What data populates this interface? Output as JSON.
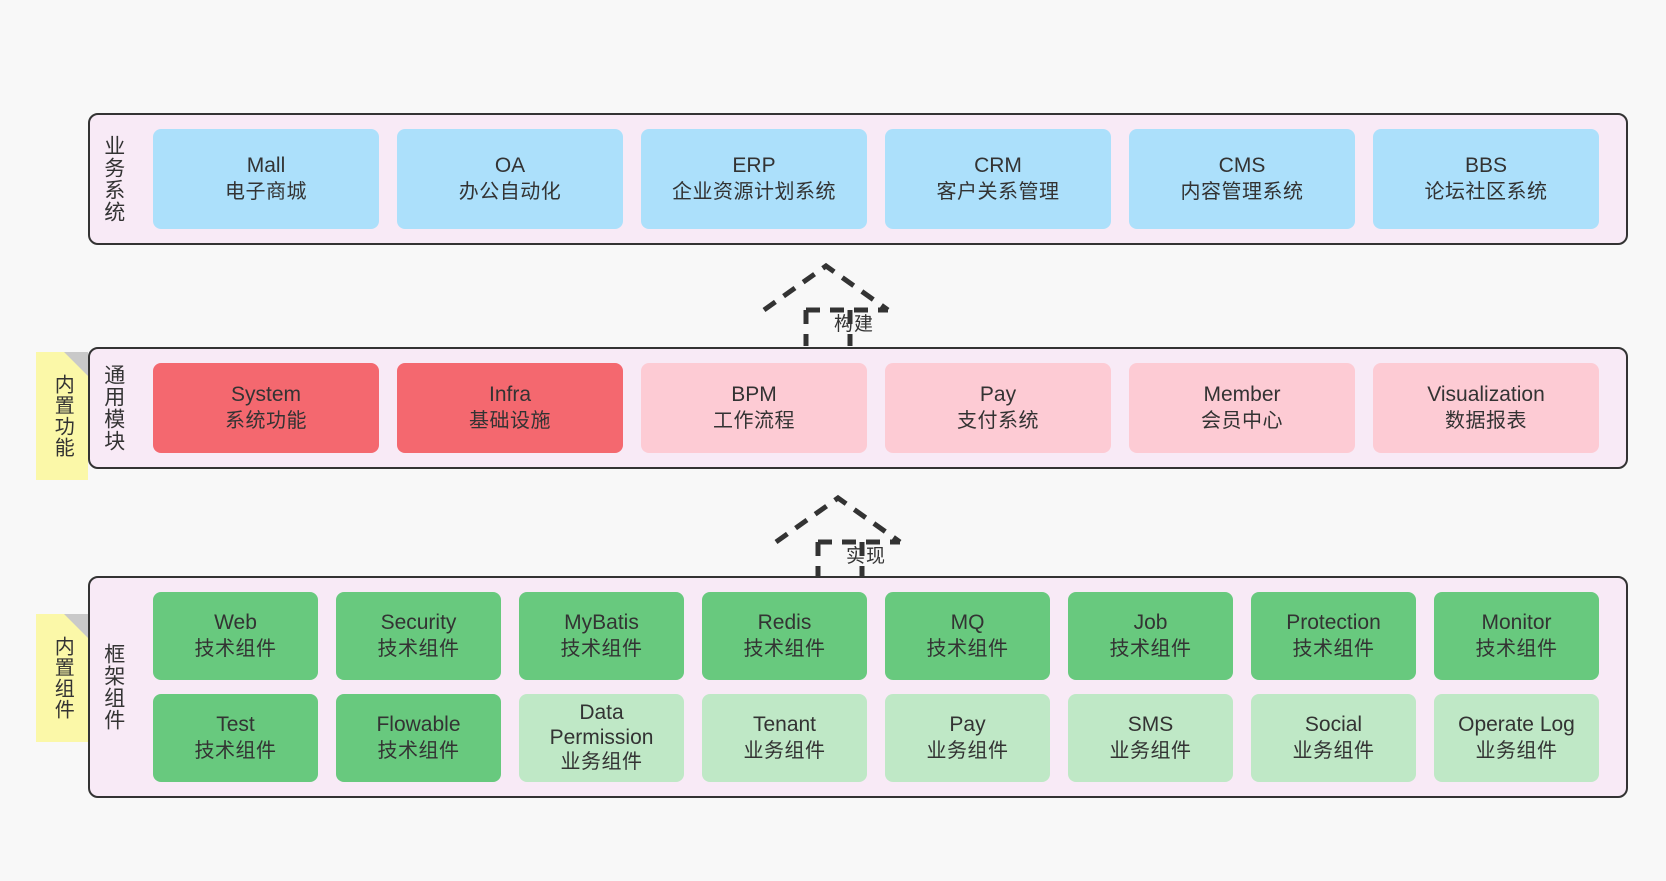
{
  "canvas": {
    "background": "#f8f8f8",
    "panel_background": "#f8eaf6",
    "border_color": "#333333",
    "sticky_color": "#fbf8a8"
  },
  "layers": [
    {
      "id": "business-system",
      "title": "业务系统",
      "cards": [
        {
          "name": "Mall",
          "sub": "电子商城",
          "color": "#ace0fb"
        },
        {
          "name": "OA",
          "sub": "办公自动化",
          "color": "#ace0fb"
        },
        {
          "name": "ERP",
          "sub": "企业资源计划系统",
          "color": "#ace0fb"
        },
        {
          "name": "CRM",
          "sub": "客户关系管理",
          "color": "#ace0fb"
        },
        {
          "name": "CMS",
          "sub": "内容管理系统",
          "color": "#ace0fb"
        },
        {
          "name": "BBS",
          "sub": "论坛社区系统",
          "color": "#ace0fb"
        }
      ]
    },
    {
      "id": "common-module",
      "title": "通用模块",
      "sticky": "内置功能",
      "cards": [
        {
          "name": "System",
          "sub": "系统功能",
          "color": "#f4686f"
        },
        {
          "name": "Infra",
          "sub": "基础设施",
          "color": "#f4686f"
        },
        {
          "name": "BPM",
          "sub": "工作流程",
          "color": "#fdcbd4"
        },
        {
          "name": "Pay",
          "sub": "支付系统",
          "color": "#fdcbd4"
        },
        {
          "name": "Member",
          "sub": "会员中心",
          "color": "#fdcbd4"
        },
        {
          "name": "Visualization",
          "sub": "数据报表",
          "color": "#fdcbd4"
        }
      ]
    },
    {
      "id": "framework-component",
      "title": "框架组件",
      "sticky": "内置组件",
      "row1": [
        {
          "name": "Web",
          "sub": "技术组件",
          "color": "#68c97e"
        },
        {
          "name": "Security",
          "sub": "技术组件",
          "color": "#68c97e"
        },
        {
          "name": "MyBatis",
          "sub": "技术组件",
          "color": "#68c97e"
        },
        {
          "name": "Redis",
          "sub": "技术组件",
          "color": "#68c97e"
        },
        {
          "name": "MQ",
          "sub": "技术组件",
          "color": "#68c97e"
        },
        {
          "name": "Job",
          "sub": "技术组件",
          "color": "#68c97e"
        },
        {
          "name": "Protection",
          "sub": "技术组件",
          "color": "#68c97e"
        },
        {
          "name": "Monitor",
          "sub": "技术组件",
          "color": "#68c97e"
        }
      ],
      "row2": [
        {
          "name": "Test",
          "sub": "技术组件",
          "color": "#68c97e"
        },
        {
          "name": "Flowable",
          "sub": "技术组件",
          "color": "#68c97e"
        },
        {
          "name": "Data Permission",
          "sub": "业务组件",
          "color": "#bfe8c6",
          "wrap": true
        },
        {
          "name": "Tenant",
          "sub": "业务组件",
          "color": "#bfe8c6"
        },
        {
          "name": "Pay",
          "sub": "业务组件",
          "color": "#bfe8c6"
        },
        {
          "name": "SMS",
          "sub": "业务组件",
          "color": "#bfe8c6"
        },
        {
          "name": "Social",
          "sub": "业务组件",
          "color": "#bfe8c6"
        },
        {
          "name": "Operate Log",
          "sub": "业务组件",
          "color": "#bfe8c6"
        }
      ]
    }
  ],
  "arrows": [
    {
      "id": "build-arrow",
      "label": "构建"
    },
    {
      "id": "implement-arrow",
      "label": "实现"
    }
  ]
}
